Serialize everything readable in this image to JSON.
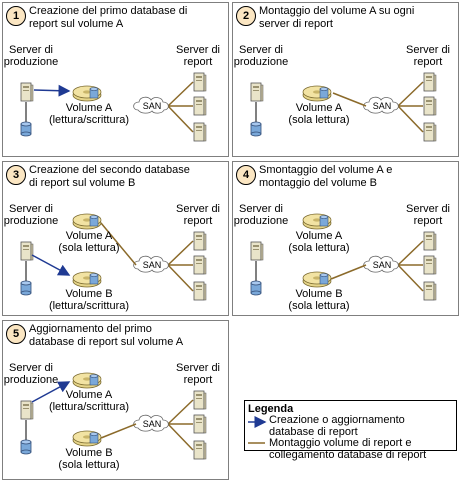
{
  "panels": [
    {
      "number": "1",
      "title_line1": "Creazione del primo database di",
      "title_line2": "report sul volume A",
      "prod_line1": "Server di",
      "prod_line2": "produzione",
      "rep_line1": "Server di",
      "rep_line2": "report",
      "volA_line1": "Volume A",
      "volA_line2": "(lettura/scrittura)",
      "san": "SAN"
    },
    {
      "number": "2",
      "title_line1": "Montaggio del volume A su ogni",
      "title_line2": "server di report",
      "prod_line1": "Server di",
      "prod_line2": "produzione",
      "rep_line1": "Server di",
      "rep_line2": "report",
      "volA_line1": "Volume A",
      "volA_line2": "(sola lettura)",
      "san": "SAN"
    },
    {
      "number": "3",
      "title_line1": "Creazione del secondo database",
      "title_line2": "di report sul volume B",
      "prod_line1": "Server di",
      "prod_line2": "produzione",
      "rep_line1": "Server di",
      "rep_line2": "report",
      "volA_line1": "Volume A",
      "volA_line2": "(sola lettura)",
      "volB_line1": "Volume B",
      "volB_line2": "(lettura/scrittura)",
      "san": "SAN"
    },
    {
      "number": "4",
      "title_line1": "Smontaggio del volume A e",
      "title_line2": "montaggio del volume B",
      "prod_line1": "Server di",
      "prod_line2": "produzione",
      "rep_line1": "Server di",
      "rep_line2": "report",
      "volA_line1": "Volume A",
      "volA_line2": "(sola lettura)",
      "volB_line1": "Volume B",
      "volB_line2": "(sola lettura)",
      "san": "SAN"
    },
    {
      "number": "5",
      "title_line1": "Aggiornamento del primo",
      "title_line2": "database di report sul volume A",
      "prod_line1": "Server di",
      "prod_line2": "produzione",
      "rep_line1": "Server di",
      "rep_line2": "report",
      "volA_line1": "Volume A",
      "volA_line2": "(lettura/scrittura)",
      "volB_line1": "Volume B",
      "volB_line2": "(sola lettura)",
      "san": "SAN"
    }
  ],
  "legend": {
    "title": "Legenda",
    "item1_line1": "Creazione o aggiornamento",
    "item1_line2": "database di report",
    "item2_line1": "Montaggio volume di report e",
    "item2_line2": "collegamento database di report"
  },
  "colors": {
    "arrow": "#1f3a93",
    "link": "#8b6a2a",
    "panel_border": "#7f7f7f",
    "badge_fill": "#fbe6c2",
    "server_fill": "#e9e4c9",
    "disk_fill": "#7aa8d9",
    "volume_fill": "#f2e3a3"
  }
}
